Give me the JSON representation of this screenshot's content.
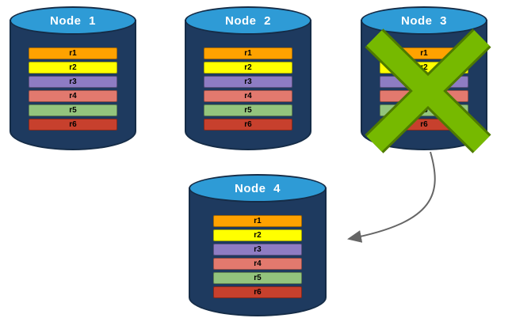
{
  "nodes": [
    {
      "name": "Node 1",
      "status": "active",
      "records": [
        "r1",
        "r2",
        "r3",
        "r4",
        "r5",
        "r6"
      ]
    },
    {
      "name": "Node 2",
      "status": "active",
      "records": [
        "r1",
        "r2",
        "r3",
        "r4",
        "r5",
        "r6"
      ]
    },
    {
      "name": "Node 3",
      "status": "failed",
      "records": [
        "r1",
        "r2",
        "r3",
        "r4",
        "r5",
        "r6"
      ]
    },
    {
      "name": "Node 4",
      "status": "active",
      "records": [
        "r1",
        "r2",
        "r3",
        "r4",
        "r5",
        "r6"
      ]
    }
  ],
  "record_colors": {
    "r1": "#FFA200",
    "r2": "#FFFF00",
    "r3": "#8E7CC3",
    "r4": "#E2796E",
    "r5": "#93C47D",
    "r6": "#C7402D"
  },
  "colors": {
    "cylinder_body": "#1E3A5F",
    "cylinder_top": "#2E9BD6",
    "failure_x": "#76B900",
    "arrow": "#666666"
  },
  "annotations": {
    "failure_x_on": "Node 3",
    "arrow_from": "Node 3",
    "arrow_to": "Node 4"
  }
}
